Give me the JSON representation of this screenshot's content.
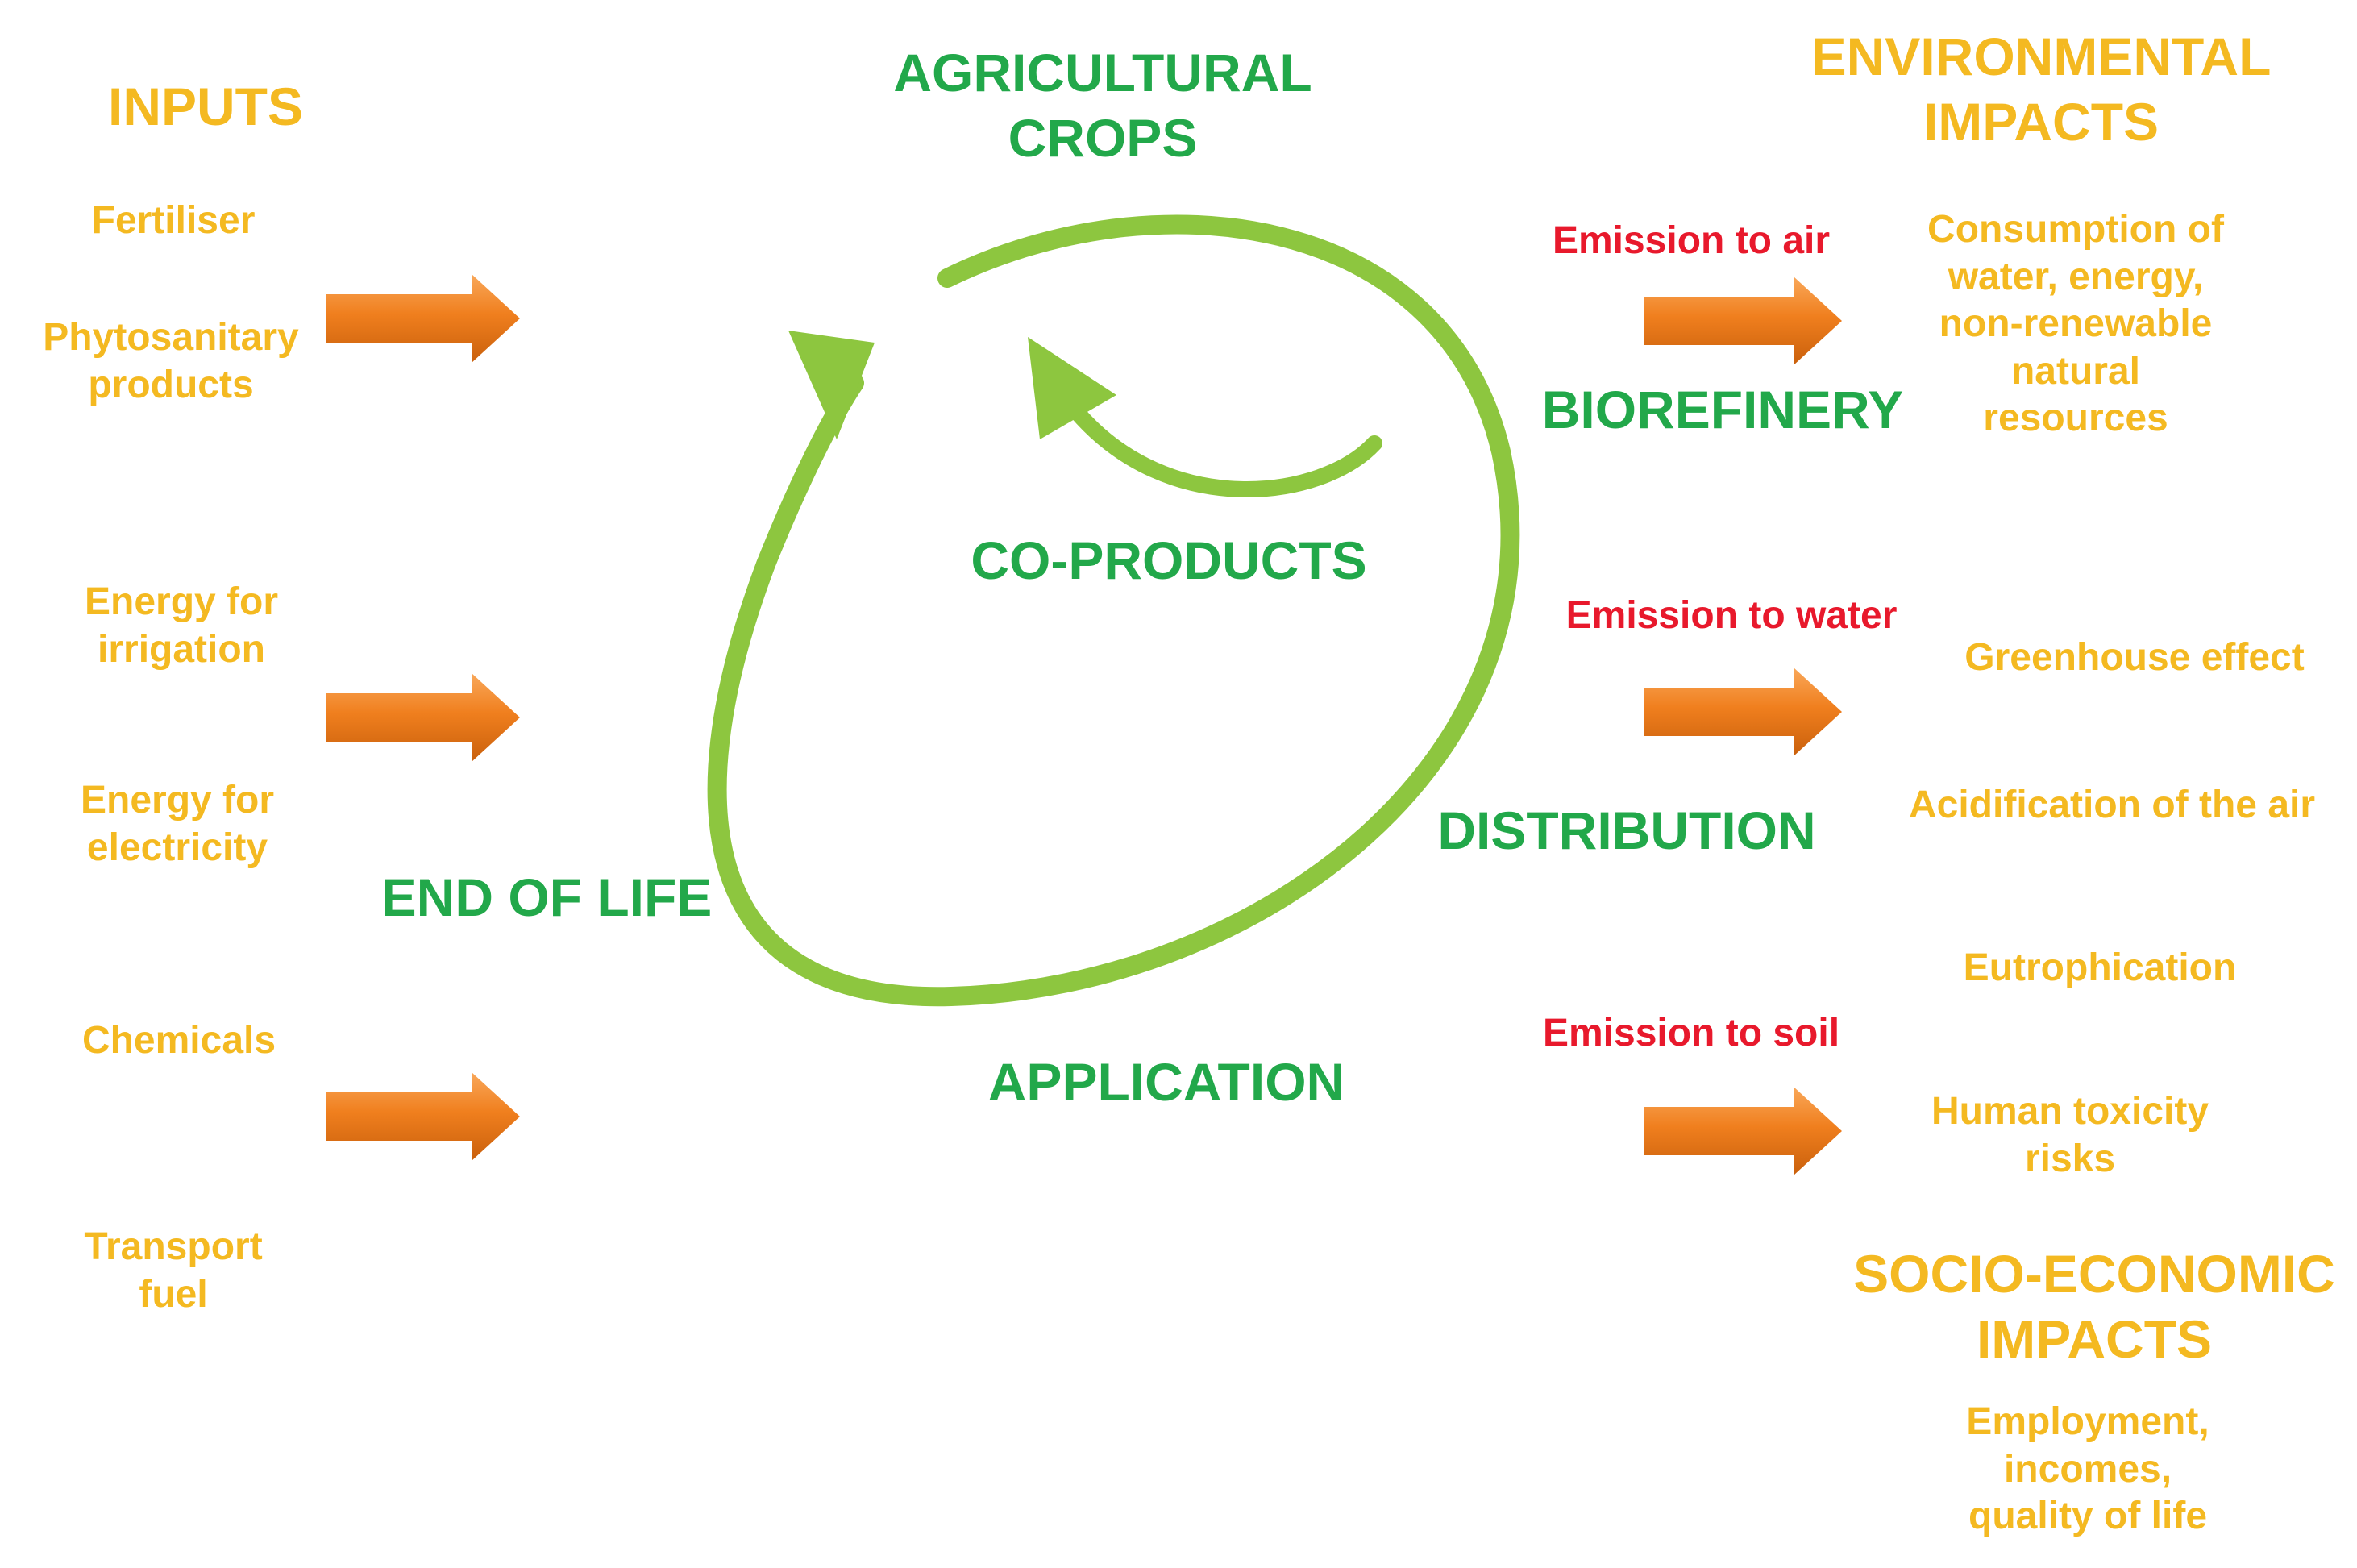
{
  "inputs": {
    "heading": "INPUTS",
    "items": [
      [
        "Fertiliser"
      ],
      [
        "Phytosanitary",
        "products"
      ],
      [
        "Energy for",
        "irrigation"
      ],
      [
        "Energy for",
        "electricity"
      ],
      [
        "Chemicals"
      ],
      [
        "Transport",
        "fuel"
      ]
    ]
  },
  "stages": {
    "crops": [
      "AGRICULTURAL",
      "CROPS"
    ],
    "biorefinery": "BIOREFINERY",
    "coproducts": "CO-PRODUCTS",
    "distribution": "DISTRIBUTION",
    "end_of_life": "END OF LIFE",
    "application": "APPLICATION"
  },
  "emissions": {
    "air": "Emission to air",
    "water": "Emission to water",
    "soil": "Emission to soil"
  },
  "environmental": {
    "heading": [
      "ENVIRONMENTAL",
      "IMPACTS"
    ],
    "items": [
      [
        "Consumption of",
        "water, energy,",
        "non-renewable",
        "natural",
        "resources"
      ],
      [
        "Greenhouse effect"
      ],
      [
        "Acidification of the air"
      ],
      [
        "Eutrophication"
      ],
      [
        "Human toxicity",
        "risks"
      ]
    ]
  },
  "socio_economic": {
    "heading": [
      "SOCIO-ECONOMIC",
      "IMPACTS"
    ],
    "items": [
      [
        "Employment,",
        "incomes,",
        "quality of life"
      ]
    ]
  },
  "colors": {
    "input_text": "#f4b921",
    "stage_text": "#22a84a",
    "emission_text": "#e8192c",
    "cycle_arrow": "#8dc63f",
    "flow_arrow": "#f07f1e"
  }
}
